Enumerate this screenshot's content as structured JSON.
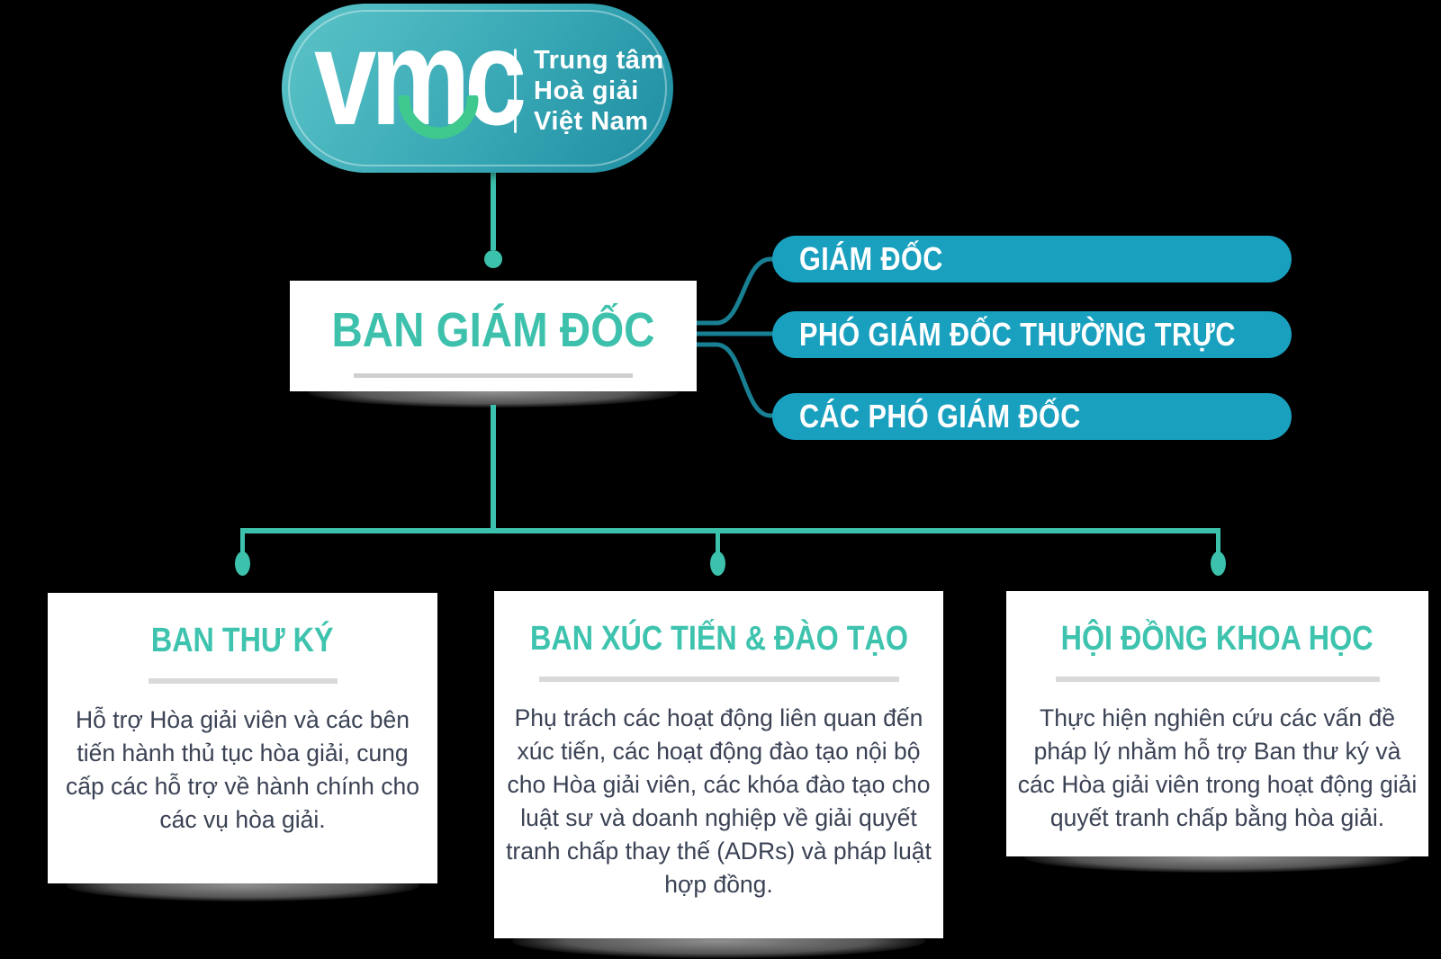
{
  "logo": {
    "brand": "vmc",
    "tagline_line1": "Trung tâm",
    "tagline_line2": "Hoà giải",
    "tagline_line3": "Việt Nam"
  },
  "root": {
    "title": "BAN GIÁM ĐỐC"
  },
  "leadership": [
    {
      "label": "GIÁM ĐỐC"
    },
    {
      "label": "PHÓ GIÁM ĐỐC THƯỜNG TRỰC"
    },
    {
      "label": "CÁC PHÓ GIÁM ĐỐC"
    }
  ],
  "departments": [
    {
      "title": "BAN THƯ KÝ",
      "description": "Hỗ trợ Hòa giải viên và các bên tiến hành thủ tục hòa giải, cung cấp các hỗ trợ về hành chính cho các vụ hòa giải."
    },
    {
      "title": "BAN XÚC TIẾN & ĐÀO TẠO",
      "description": "Phụ trách các hoạt động liên quan đến xúc tiến, các hoạt động đào tạo nội bộ cho Hòa giải viên, các khóa đào tạo cho luật sư và doanh nghiệp về giải quyết tranh chấp thay thế (ADRs) và pháp luật hợp đồng."
    },
    {
      "title": "HỘI ĐỒNG KHOA HỌC",
      "description": "Thực hiện nghiên cứu các vấn đề pháp lý nhằm hỗ trợ Ban thư ký và các Hòa giải viên trong hoạt động giải quyết tranh chấp bằng hòa giải."
    }
  ],
  "colors": {
    "background": "#000000",
    "accent_teal": "#3cc1ac",
    "title_teal": "#3ec3ae",
    "pill_blue": "#1aa0bf",
    "bracket_teal": "#197f92",
    "body_text": "#3a4254",
    "smile_green": "#3fc98e",
    "logo_gradient_start": "#5cc4c8",
    "logo_gradient_end": "#1d8ca1"
  }
}
